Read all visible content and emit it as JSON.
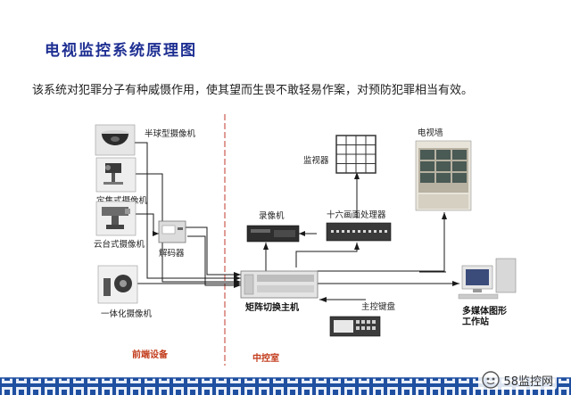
{
  "title": "电视监控系统原理图",
  "subtitle": "该系统对犯罪分子有种威慑作用，使其望而生畏不敢轻易作案，对预防犯罪相当有效。",
  "front_end": {
    "dome_camera": "半球型摄像机",
    "fixed_camera": "定焦式摄像机",
    "ptz_camera": "云台式摄像机",
    "decoder": "解码器",
    "integrated_camera": "一体化摄像机",
    "zone_label": "前端设备"
  },
  "control_room": {
    "monitor": "监视器",
    "tv_wall": "电视墙",
    "recorder": "录像机",
    "quad_processor": "十六画面处理器",
    "matrix_switcher": "矩阵切换主机",
    "control_keyboard": "主控键盘",
    "workstation_line1": "多媒体图形",
    "workstation_line2": "工作站",
    "zone_label": "中控室"
  },
  "watermark": "58监控网",
  "colors": {
    "title": "#1e2f92",
    "divider": "#c0392b",
    "zone_label": "#c23b1b",
    "footer_band": "#1f4fa0"
  }
}
